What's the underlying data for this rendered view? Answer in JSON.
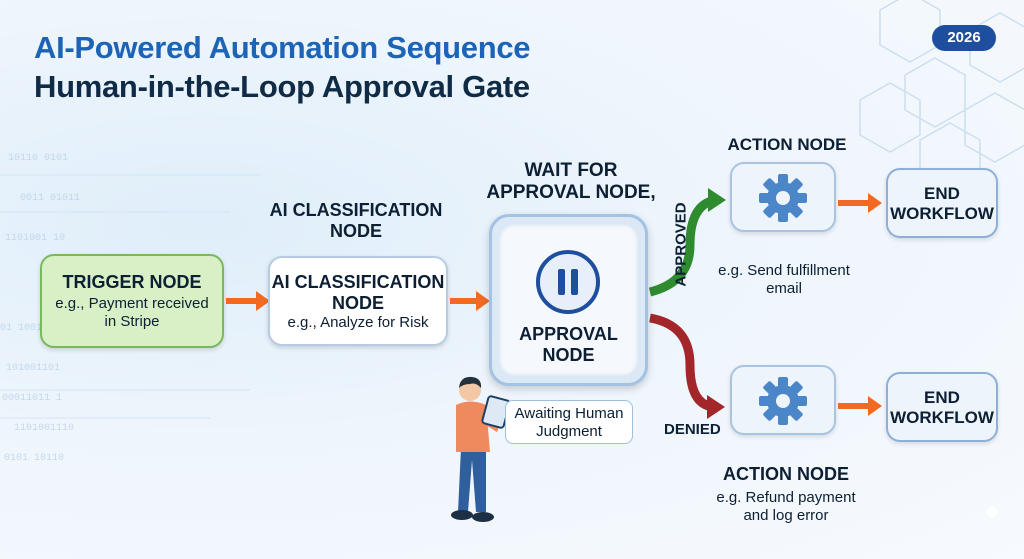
{
  "title": {
    "line1": "AI-Powered Automation Sequence",
    "line2": "Human-in-the-Loop Approval Gate"
  },
  "badge": "2026",
  "nodes": {
    "trigger": {
      "label": "TRIGGER NODE",
      "desc1": "e.g., Payment received",
      "desc2": "in Stripe"
    },
    "ai": {
      "heading1": "AI CLASSIFICATION",
      "heading2": "NODE",
      "label1": "AI CLASSIFICATION",
      "label2": "NODE",
      "desc": "e.g., Analyze for Risk"
    },
    "approval": {
      "heading1": "WAIT FOR",
      "heading2": "APPROVAL NODE,",
      "label1": "APPROVAL",
      "label2": "NODE",
      "icon": "pause-icon"
    },
    "action_top": {
      "heading": "ACTION NODE",
      "desc1": "e.g. Send fulfillment",
      "desc2": "email",
      "icon": "gear-icon"
    },
    "action_bottom": {
      "heading": "ACTION NODE",
      "desc1": "e.g. Refund payment",
      "desc2": "and log error",
      "icon": "gear-icon"
    },
    "end_top": {
      "line1": "END",
      "line2": "WORKFLOW"
    },
    "end_bottom": {
      "line1": "END",
      "line2": "WORKFLOW"
    }
  },
  "branches": {
    "approved": "APPROVED",
    "denied": "DENIED"
  },
  "human": {
    "bubble1": "Awaiting Human",
    "bubble2": "Judgment",
    "icon": "person-with-tablet-icon"
  },
  "colors": {
    "accent_blue": "#1d63b6",
    "navy": "#0f2b46",
    "trigger_green": "#d9f0c7",
    "approved_green": "#2e8b2e",
    "denied_red": "#a3262a",
    "arrow_orange": "#f26a21",
    "gear_blue": "#4a86c8"
  }
}
